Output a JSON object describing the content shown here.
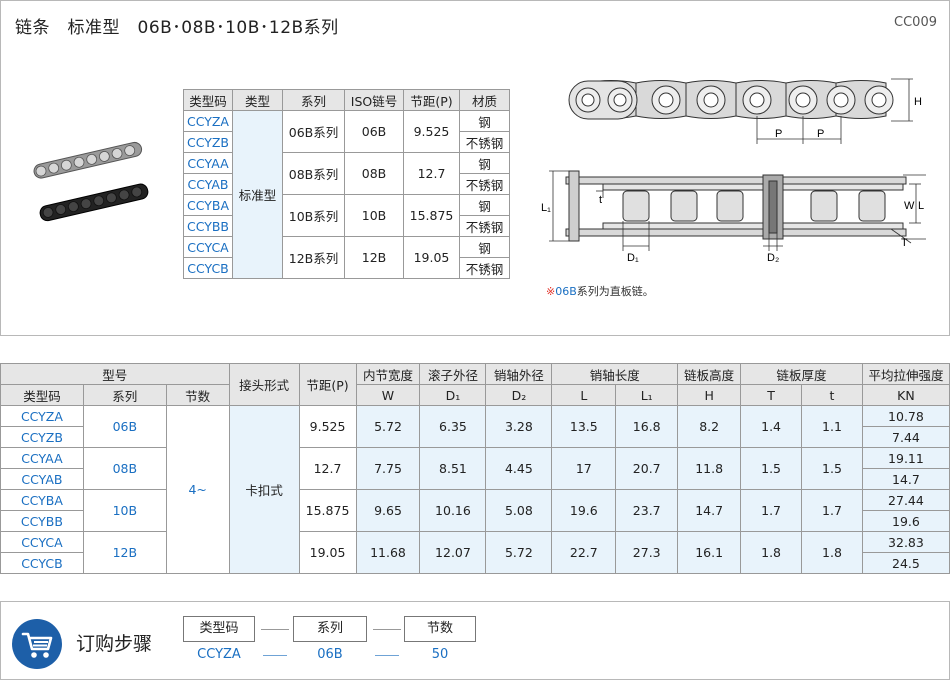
{
  "header": {
    "title": "链条　标准型　06B･08B･10B･12B系列",
    "code": "CC009"
  },
  "spec_table": {
    "headers": [
      "类型码",
      "类型",
      "系列",
      "ISO链号",
      "节距(P)",
      "材质"
    ],
    "type_name": "标准型",
    "rows": [
      {
        "code_a": "CCYZA",
        "code_b": "CCYZB",
        "series": "06B系列",
        "iso": "06B",
        "pitch": "9.525"
      },
      {
        "code_a": "CCYAA",
        "code_b": "CCYAB",
        "series": "08B系列",
        "iso": "08B",
        "pitch": "12.7"
      },
      {
        "code_a": "CCYBA",
        "code_b": "CCYBB",
        "series": "10B系列",
        "iso": "10B",
        "pitch": "15.875"
      },
      {
        "code_a": "CCYCA",
        "code_b": "CCYCB",
        "series": "12B系列",
        "iso": "12B",
        "pitch": "19.05"
      }
    ],
    "material_a": "钢",
    "material_b": "不锈钢"
  },
  "diagram": {
    "H": "H",
    "P": "P",
    "L1": "L₁",
    "t": "t",
    "W": "W",
    "L": "L",
    "T": "T",
    "D1": "D₁",
    "D2": "D₂"
  },
  "note": {
    "mark": "※",
    "series": "06B",
    "text": "系列为直板链。"
  },
  "main_table": {
    "group_model": "型号",
    "h_code": "类型码",
    "h_series": "系列",
    "h_count": "节数",
    "h_joint": "接头形式",
    "h_pitch": "节距(P)",
    "h_w_top": "内节宽度",
    "h_w": "W",
    "h_d1_top": "滚子外径",
    "h_d1": "D₁",
    "h_d2_top": "销轴外径",
    "h_d2": "D₂",
    "h_len_top": "销轴长度",
    "h_l": "L",
    "h_l1": "L₁",
    "h_h_top": "链板高度",
    "h_h": "H",
    "h_t_top": "链板厚度",
    "h_tt": "T",
    "h_ts": "t",
    "h_str_top": "平均拉伸强度",
    "h_str": "KN",
    "count": "4~",
    "joint": "卡扣式",
    "groups": [
      {
        "code_a": "CCYZA",
        "code_b": "CCYZB",
        "series": "06B",
        "pitch": "9.525",
        "W": "5.72",
        "D1": "6.35",
        "D2": "3.28",
        "L": "13.5",
        "L1": "16.8",
        "H": "8.2",
        "T": "1.4",
        "t": "1.1",
        "str_a": "10.78",
        "str_b": "7.44"
      },
      {
        "code_a": "CCYAA",
        "code_b": "CCYAB",
        "series": "08B",
        "pitch": "12.7",
        "W": "7.75",
        "D1": "8.51",
        "D2": "4.45",
        "L": "17",
        "L1": "20.7",
        "H": "11.8",
        "T": "1.5",
        "t": "1.5",
        "str_a": "19.11",
        "str_b": "14.7"
      },
      {
        "code_a": "CCYBA",
        "code_b": "CCYBB",
        "series": "10B",
        "pitch": "15.875",
        "W": "9.65",
        "D1": "10.16",
        "D2": "5.08",
        "L": "19.6",
        "L1": "23.7",
        "H": "14.7",
        "T": "1.7",
        "t": "1.7",
        "str_a": "27.44",
        "str_b": "19.6"
      },
      {
        "code_a": "CCYCA",
        "code_b": "CCYCB",
        "series": "12B",
        "pitch": "19.05",
        "W": "11.68",
        "D1": "12.07",
        "D2": "5.72",
        "L": "22.7",
        "L1": "27.3",
        "H": "16.1",
        "T": "1.8",
        "t": "1.8",
        "str_a": "32.83",
        "str_b": "24.5"
      }
    ]
  },
  "order": {
    "title": "订购步骤",
    "icon": "cart-icon",
    "steps": [
      {
        "label": "类型码",
        "value": "CCYZA"
      },
      {
        "label": "系列",
        "value": "06B"
      },
      {
        "label": "节数",
        "value": "50"
      }
    ]
  },
  "colors": {
    "accent": "#1a6fc2",
    "icon_bg": "#1d5fa8",
    "header_bg": "#e6e6e6",
    "light_blue": "#e8f3fb",
    "note_mark": "#e2372e"
  }
}
